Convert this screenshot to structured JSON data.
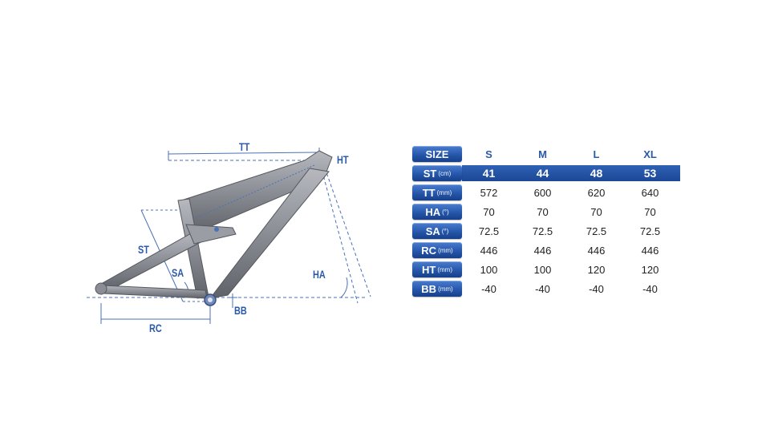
{
  "diagram_labels": {
    "tt": "TT",
    "ht": "HT",
    "st": "ST",
    "sa": "SA",
    "ha": "HA",
    "rc": "RC",
    "bb": "BB"
  },
  "colors": {
    "accent": "#2657aa",
    "highlight": "#1f4c9e",
    "frame": "#8a8d94",
    "dimension_line": "#4a72b8"
  },
  "table": {
    "header_key": "SIZE",
    "sizes": [
      "S",
      "M",
      "L",
      "XL"
    ],
    "rows": [
      {
        "key": "ST",
        "unit": "(cm)",
        "values": [
          "41",
          "44",
          "48",
          "53"
        ],
        "highlight": true
      },
      {
        "key": "TT",
        "unit": "(mm)",
        "values": [
          "572",
          "600",
          "620",
          "640"
        ]
      },
      {
        "key": "HA",
        "unit": "(°)",
        "values": [
          "70",
          "70",
          "70",
          "70"
        ]
      },
      {
        "key": "SA",
        "unit": "(°)",
        "values": [
          "72.5",
          "72.5",
          "72.5",
          "72.5"
        ]
      },
      {
        "key": "RC",
        "unit": "(mm)",
        "values": [
          "446",
          "446",
          "446",
          "446"
        ]
      },
      {
        "key": "HT",
        "unit": "(mm)",
        "values": [
          "100",
          "100",
          "120",
          "120"
        ]
      },
      {
        "key": "BB",
        "unit": "(mm)",
        "values": [
          "-40",
          "-40",
          "-40",
          "-40"
        ]
      }
    ]
  }
}
